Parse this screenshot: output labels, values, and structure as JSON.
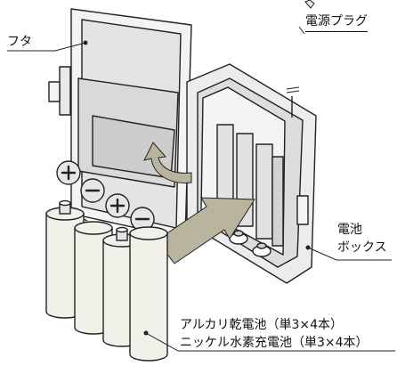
{
  "labels": {
    "lid": "フタ",
    "power_plug": "電源プラグ",
    "battery_box_line1": "電池",
    "battery_box_line2": "ボックス",
    "alkaline": "アルカリ乾電池（単3×4本）",
    "nimh": "ニッケル水素充電池（単3×4本）"
  },
  "polarity_signs": [
    "+",
    "−",
    "+",
    "−"
  ],
  "colors": {
    "stroke": "#222222",
    "light_gray": "#e6e6e6",
    "mid_gray": "#cfcfcf",
    "battery": "#f1f1ea",
    "arrow": "#b8b49e"
  }
}
